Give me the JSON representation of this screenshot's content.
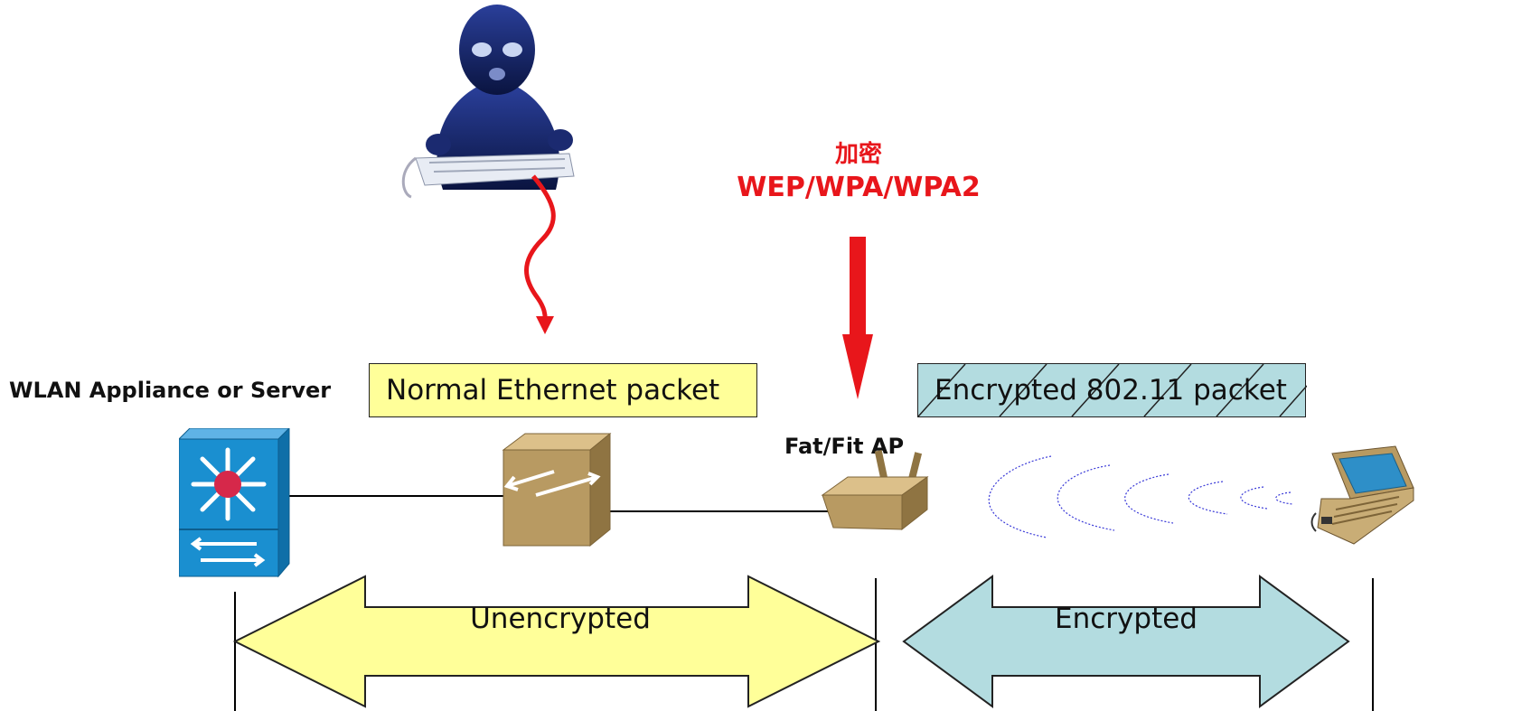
{
  "encryption": {
    "chinese": "加密",
    "label": "WEP/WPA/WPA2"
  },
  "labels": {
    "appliance": "WLAN Appliance or Server",
    "ap": "Fat/Fit AP"
  },
  "packets": {
    "normal": "Normal Ethernet packet",
    "encrypted": "Encrypted 802.11 packet"
  },
  "segments": {
    "unencrypted": "Unencrypted",
    "encrypted": "Encrypted"
  },
  "icons": [
    "hacker-icon",
    "multilayer-switch-icon",
    "switch-icon",
    "access-point-icon",
    "laptop-icon",
    "wireless-waves-icon"
  ],
  "colors": {
    "red": "#e8161b",
    "yellow": "#ffff99",
    "light_blue": "#b3dce0",
    "switch_blue": "#1a8fd0",
    "device_tan": "#b89a62"
  }
}
